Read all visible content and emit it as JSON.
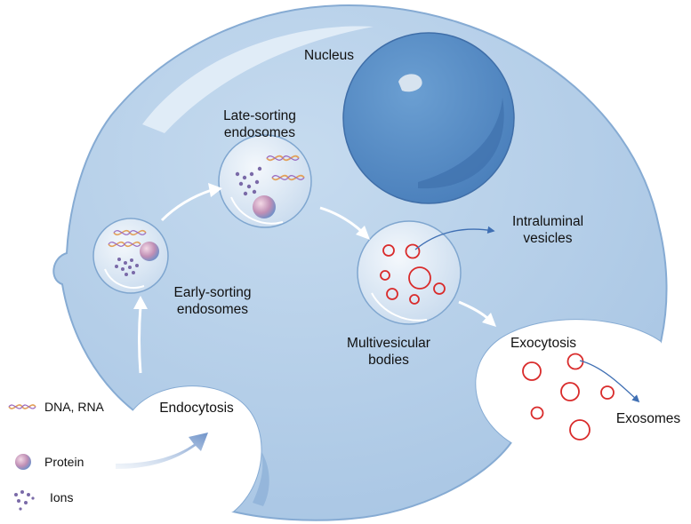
{
  "labels": {
    "nucleus": "Nucleus",
    "late_sorting": [
      "Late-sorting",
      "endosomes"
    ],
    "early_sorting": [
      "Early-sorting",
      "endosomes"
    ],
    "intraluminal": [
      "Intraluminal",
      "vesicles"
    ],
    "multivesicular": [
      "Multivesicular",
      "bodies"
    ],
    "exocytosis": "Exocytosis",
    "exosomes": "Exosomes",
    "endocytosis": "Endocytosis"
  },
  "legend": [
    {
      "icon": "dna-rna-icon",
      "label": "DNA, RNA"
    },
    {
      "icon": "protein-icon",
      "label": "Protein"
    },
    {
      "icon": "ions-icon",
      "label": "Ions"
    }
  ],
  "colors": {
    "cell_fill": "#b3cde8",
    "cell_stroke": "#7fa6cf",
    "nucleus": "#5b8fc6",
    "vesicle_red": "#d92b2b",
    "arrow_blue": "#3f6fb3"
  }
}
